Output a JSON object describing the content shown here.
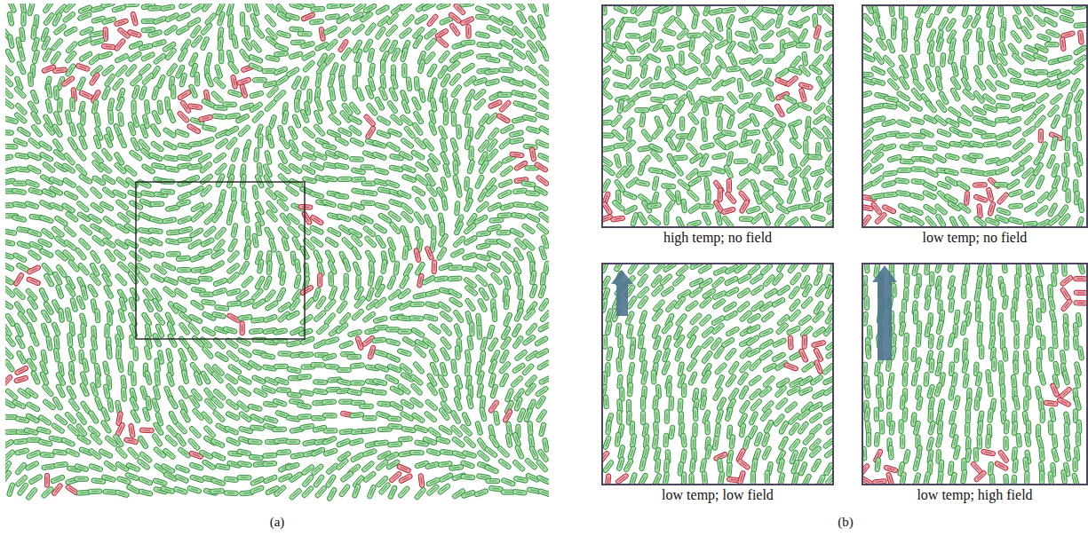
{
  "diagram": {
    "nodes": [
      {
        "text": [
          "high temp; no field"
        ]
      },
      {
        "text": [
          "low temp; no field"
        ]
      },
      {
        "text": [
          "low temp; low field"
        ]
      },
      {
        "text": [
          "low temp; high field"
        ]
      }
    ],
    "labels": [
      "(a)",
      "(b)"
    ]
  }
}
